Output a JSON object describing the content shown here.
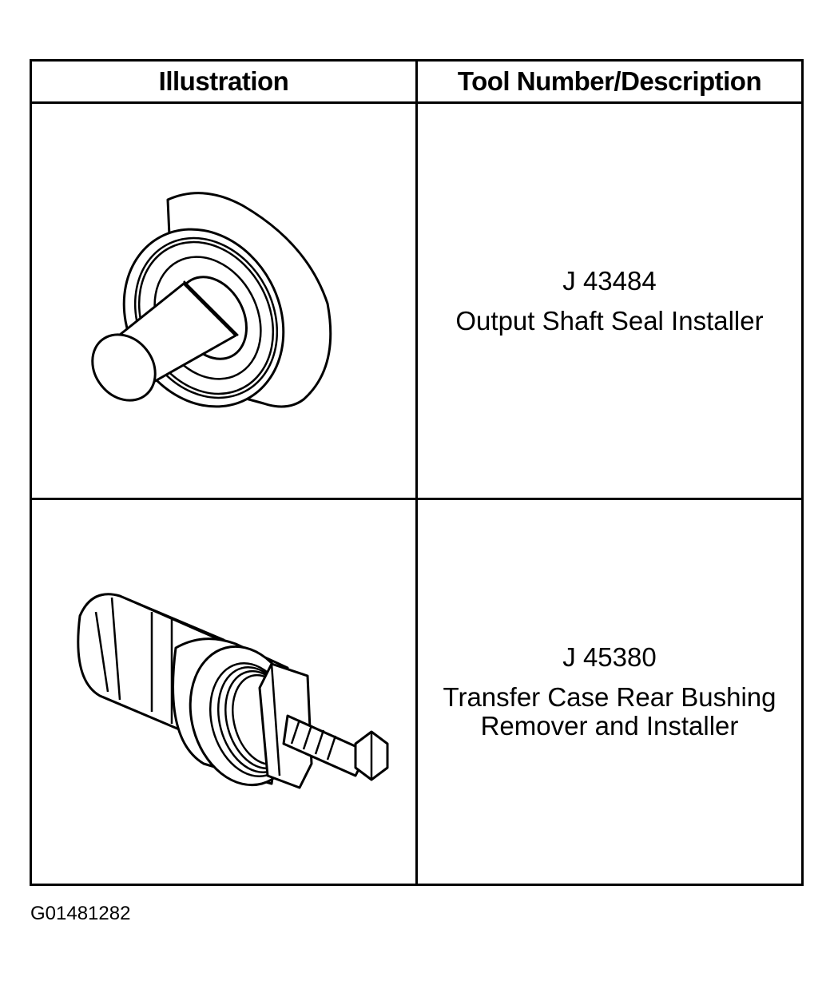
{
  "table": {
    "headers": {
      "illustration": "Illustration",
      "description": "Tool Number/Description"
    },
    "rows": [
      {
        "tool_number": "J 43484",
        "description_lines": [
          "Output Shaft Seal Installer"
        ],
        "icon": "seal-installer-icon"
      },
      {
        "tool_number": "J 45380",
        "description_lines": [
          "Transfer Case Rear Bushing",
          "Remover and Installer"
        ],
        "icon": "bushing-remover-installer-icon"
      }
    ]
  },
  "footer": {
    "figure_id": "G01481282"
  }
}
